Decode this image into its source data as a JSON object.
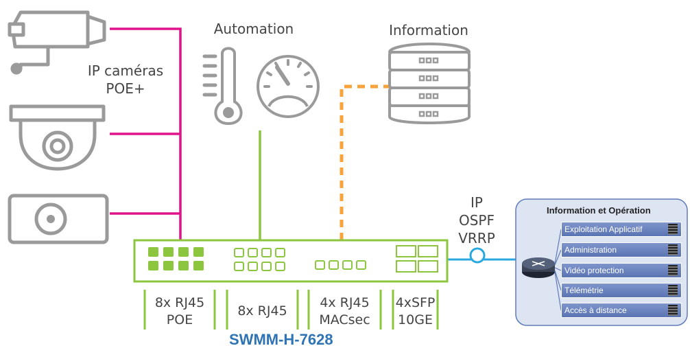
{
  "cameras": {
    "label_line1": "IP caméras",
    "label_line2": "POE+",
    "items": [
      "bullet-camera",
      "dome-camera",
      "box-camera"
    ]
  },
  "automation": {
    "title": "Automation",
    "icons": [
      "thermometer-icon",
      "gauge-icon"
    ]
  },
  "information": {
    "title": "Information",
    "icon": "server-stack-icon"
  },
  "protocols": [
    "IP",
    "OSPF",
    "VRRP"
  ],
  "switch": {
    "model": "SWMM-H-7628",
    "port_groups": [
      {
        "line1": "8x RJ45",
        "line2": "POE"
      },
      {
        "line1": "8x RJ45",
        "line2": ""
      },
      {
        "line1": "4x RJ45",
        "line2": "MACsec"
      },
      {
        "line1": "4xSFP",
        "line2": "10GE"
      }
    ]
  },
  "panel": {
    "title": "Information et Opération",
    "router_icon": "router-icon",
    "services": [
      "Exploitation Applicatif",
      "Administration",
      "Vidéo protection",
      "Télémétrie",
      "Accès à distance"
    ]
  },
  "colors": {
    "camera_link": "#e0128c",
    "automation_link": "#8cc63f",
    "info_link": "#f7a23b",
    "uplink": "#29a8e0",
    "switch": "#8cc63f",
    "model_text": "#2e74b5",
    "icon_gray": "#9a9a9a"
  }
}
